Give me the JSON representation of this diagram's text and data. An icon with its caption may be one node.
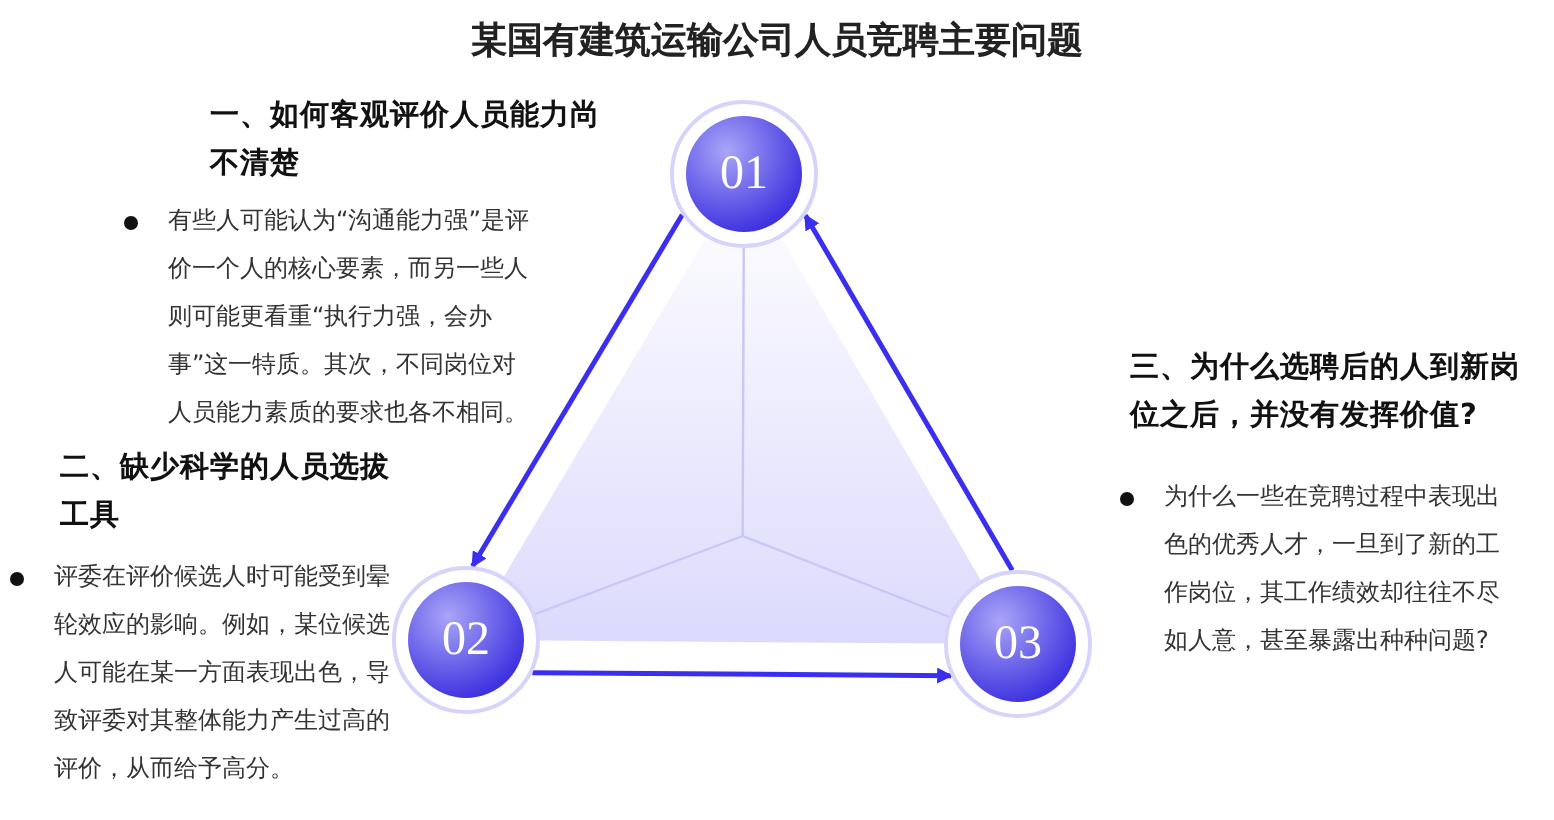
{
  "diagram": {
    "title": "某国有建筑运输公司人员竞聘主要问题",
    "nodes": [
      {
        "text": [
          "01"
        ],
        "beside": [
          "一、如何客观评价人员能力尚不清楚",
          "有些人可能认为“沟通能力强”是评价一个人的核心要素，而另一些人则可能更看重“执行力强，会办事”这一特质。其次，不同岗位对人员能力素质的要求也各不相同。"
        ]
      },
      {
        "text": [
          "02"
        ],
        "beside": [
          "二、缺少科学的人员选拔工具",
          "评委在评价候选人时可能受到晕轮效应的影响。例如，某位候选人可能在某一方面表现出色，导致评委对其整体能力产生过高的评价，从而给予高分。"
        ]
      },
      {
        "text": [
          "03"
        ],
        "beside": [
          "三、为什么选聘后的人到新岗位之后，并没有发挥价值?",
          "为什么一些在竞聘过程中表现出色的优秀人才，一旦到了新的工作岗位，其工作绩效却往往不尽如人意，甚至暴露出种种问题?"
        ]
      }
    ],
    "edges": [
      {
        "from": 0,
        "to": 1,
        "arrow": "to"
      },
      {
        "from": 1,
        "to": 2,
        "arrow": "to"
      },
      {
        "from": 2,
        "to": 0,
        "arrow": "to"
      }
    ]
  }
}
